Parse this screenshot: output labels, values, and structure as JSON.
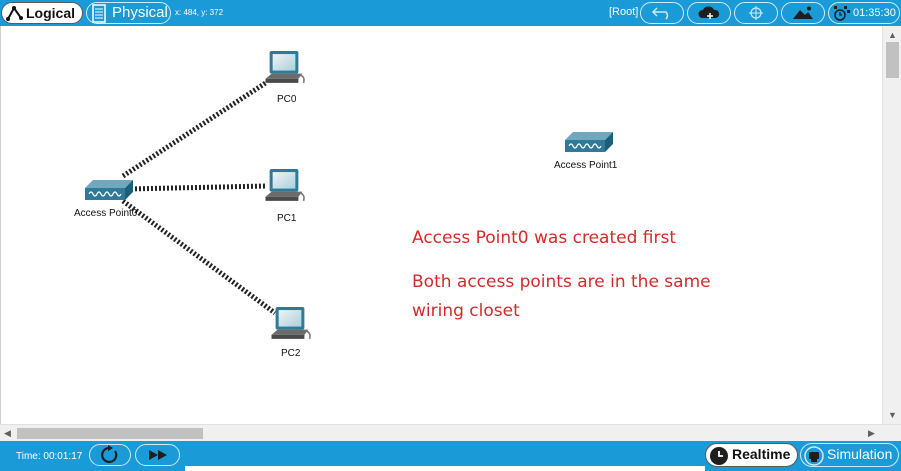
{
  "topbar": {
    "logical_label": "Logical",
    "physical_label": "Physical",
    "coords": "x: 484, y: 372",
    "root_label": "[Root]",
    "clock": "01:35:30",
    "tools": [
      "back-arrow-icon",
      "cloud-icon",
      "viewport-icon",
      "background-image-icon"
    ]
  },
  "workspace": {
    "devices": [
      {
        "label": "Access Point0",
        "type": "access-point"
      },
      {
        "label": "Access Point1",
        "type": "access-point"
      },
      {
        "label": "PC0",
        "type": "pc"
      },
      {
        "label": "PC1",
        "type": "pc"
      },
      {
        "label": "PC2",
        "type": "pc"
      }
    ],
    "notes": [
      "Access Point0 was created first",
      "Both access points are in the same",
      "wiring closet"
    ]
  },
  "bottombar": {
    "time": "Time: 00:01:17",
    "realtime_label": "Realtime",
    "simulation_label": "Simulation"
  },
  "colors": {
    "bar": "#1a9ad6",
    "note": "#d42a2a",
    "device": "#2f7a99"
  }
}
